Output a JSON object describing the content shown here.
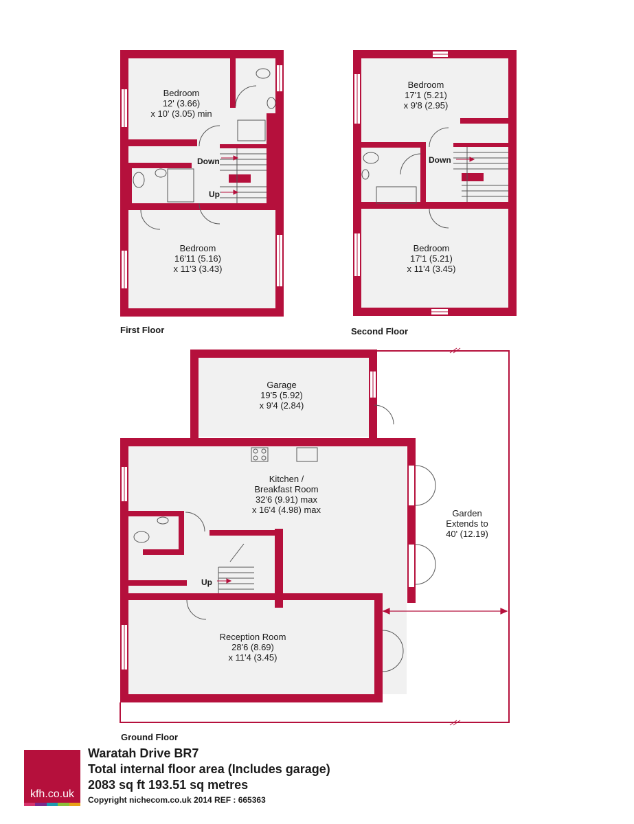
{
  "rooms": {
    "ff_bed1": {
      "name": "Bedroom",
      "dim1": "12' (3.66)",
      "dim2": "x 10' (3.05) min"
    },
    "ff_bed2": {
      "name": "Bedroom",
      "dim1": "16'11 (5.16)",
      "dim2": "x 11'3 (3.43)"
    },
    "sf_bed1": {
      "name": "Bedroom",
      "dim1": "17'1 (5.21)",
      "dim2": "x 9'8 (2.95)"
    },
    "sf_bed2": {
      "name": "Bedroom",
      "dim1": "17'1 (5.21)",
      "dim2": "x 11'4 (3.45)"
    },
    "garage": {
      "name": "Garage",
      "dim1": "19'5 (5.92)",
      "dim2": "x 9'4 (2.84)"
    },
    "kitchen": {
      "name": "Kitchen /",
      "name2": "Breakfast Room",
      "dim1": "32'6 (9.91) max",
      "dim2": "x 16'4 (4.98) max"
    },
    "reception": {
      "name": "Reception Room",
      "dim1": "28'6 (8.69)",
      "dim2": "x 11'4 (3.45)"
    },
    "garden": {
      "name": "Garden",
      "line2": "Extends to",
      "line3": "40' (12.19)"
    }
  },
  "stairs": {
    "ff_down": "Down",
    "ff_up": "Up",
    "sf_down": "Down",
    "gf_up": "Up"
  },
  "floors": {
    "first": "First Floor",
    "second": "Second Floor",
    "ground": "Ground Floor"
  },
  "info": {
    "address": "Waratah Drive  BR7",
    "area_title": "Total internal floor area (Includes garage)",
    "area_value": "2083 sq ft 193.51 sq metres",
    "copyright": "Copyright nichecom.co.uk 2014    REF : 665363"
  },
  "logo": {
    "text": "kfh.co.uk"
  },
  "colors": {
    "wall": "#b5103c",
    "floor": "#f1f1f1",
    "brand": "#b5103c",
    "stripe1": "#d6336c",
    "stripe2": "#7a2a8c",
    "stripe3": "#1e9bb0",
    "stripe4": "#8bbf3a",
    "stripe5": "#e7a218"
  }
}
